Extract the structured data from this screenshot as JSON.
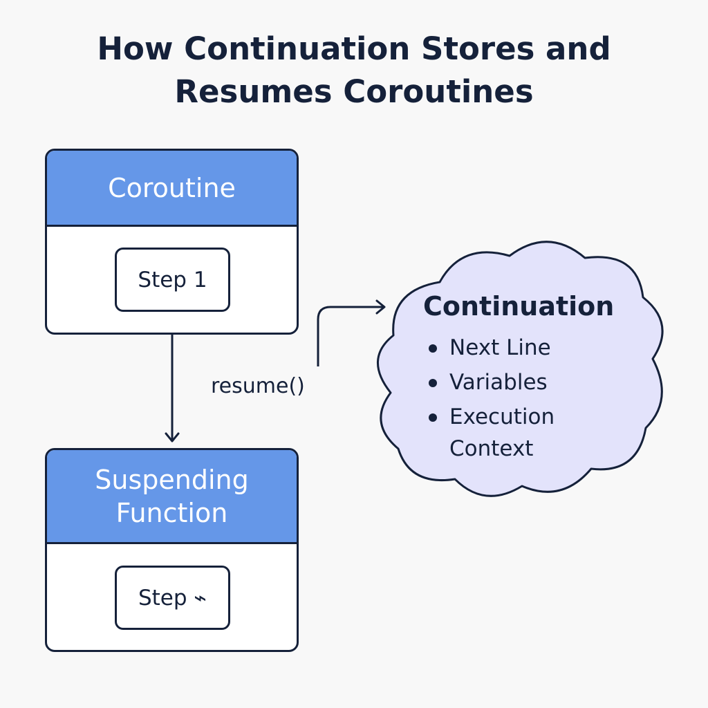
{
  "title": {
    "line1": "How Continuation Stores and",
    "line2": "Resumes Coroutines"
  },
  "coroutine": {
    "header": "Coroutine",
    "step": "Step 1"
  },
  "suspending_function": {
    "header_line1": "Suspending",
    "header_line2": "Function",
    "step": "Step ⌁"
  },
  "resume_label": "resume()",
  "continuation": {
    "title": "Continuation",
    "items": [
      "Next Line",
      "Variables",
      "Execution Context"
    ]
  },
  "colors": {
    "background": "#f8f8f8",
    "header_fill": "#6597e8",
    "cloud_fill": "#e3e3fb",
    "ink": "#15213a"
  },
  "icons": {
    "arrow_down": "arrow-down-icon",
    "arrow_right": "arrow-right-icon"
  }
}
